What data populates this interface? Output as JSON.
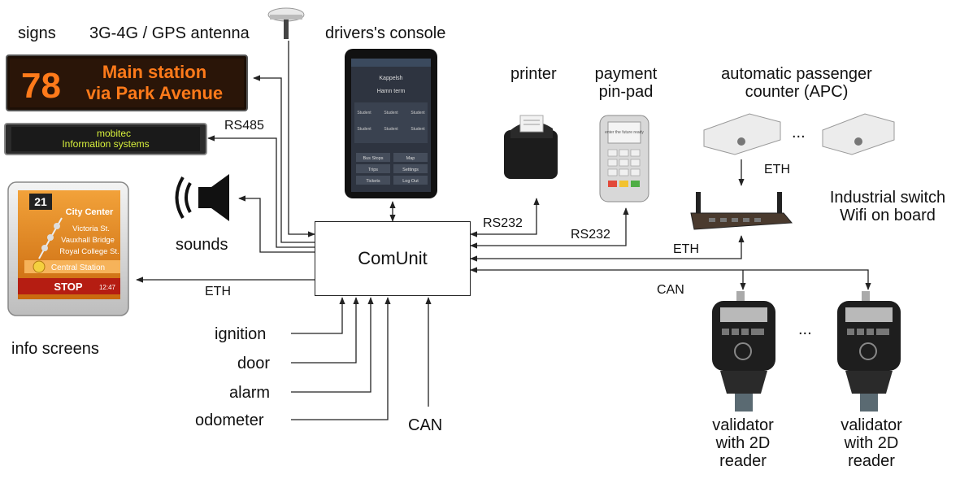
{
  "labels": {
    "signs": "signs",
    "antenna": "3G-4G / GPS antenna",
    "console": "drivers's console",
    "printer": "printer",
    "payment_line1": "payment",
    "payment_line2": "pin-pad",
    "apc_line1": "automatic passenger",
    "apc_line2": "counter (APC)",
    "switch_line1": "Industrial switch",
    "switch_line2": "Wifi on board",
    "sounds": "sounds",
    "info_screens": "info screens",
    "ignition": "ignition",
    "door": "door",
    "alarm": "alarm",
    "odometer": "odometer",
    "can_bottom": "CAN",
    "validator1_line1": "validator",
    "validator1_line2": "with 2D",
    "validator1_line3": "reader",
    "validator2_line1": "validator",
    "validator2_line2": "with 2D",
    "validator2_line3": "reader",
    "ellipsis_apc": "...",
    "ellipsis_validators": "..."
  },
  "hub": {
    "label": "ComUnit"
  },
  "connections": {
    "rs485": "RS485",
    "eth_info": "ETH",
    "rs232_printer": "RS232",
    "rs232_pinpad": "RS232",
    "eth_switch": "ETH",
    "eth_apc": "ETH",
    "can_validators": "CAN"
  },
  "devices": {
    "sign_main": {
      "route": "78",
      "line1": "Main station",
      "line2": "via Park Avenue"
    },
    "sign_side": {
      "line1": "mobitec",
      "line2": "Information systems"
    },
    "info_screen": {
      "number": "21",
      "destination": "City Center",
      "stops": [
        "Victoria St.",
        "Vauxhall Bridge",
        "Royal College St."
      ],
      "current": "Central Station",
      "status": "STOP",
      "time": "12:47"
    },
    "console": {
      "title": "Kappelsh",
      "subtitle": "Hamn term",
      "tiles": [
        "Student",
        "Student",
        "Student",
        "Student",
        "Student",
        "Student"
      ],
      "buttons": [
        "Bus Stops",
        "Map",
        "Trips",
        "Settings",
        "Tickets",
        "Log Out"
      ]
    },
    "pinpad": {
      "screen": "enter the future ready"
    }
  },
  "colors": {
    "line": "#222222",
    "sign_bg": "#2a1508",
    "sign_led": "#ff7a1a",
    "sign_side_led": "#d8f03c",
    "screen_orange": "#e88a1c",
    "console_bg": "#2e3440"
  }
}
